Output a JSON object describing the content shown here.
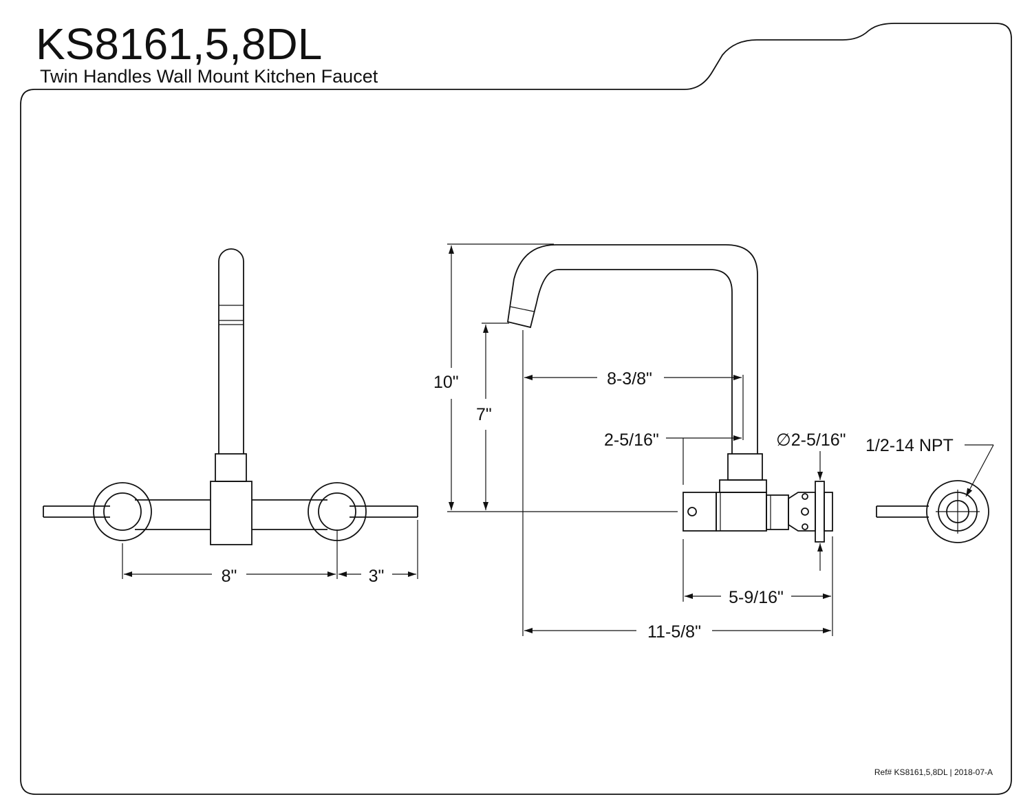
{
  "header": {
    "model": "KS8161,5,8DL",
    "description": "Twin Handles Wall Mount Kitchen Faucet"
  },
  "dimensions": {
    "centers": "8\"",
    "handle_reach": "3\"",
    "total_height": "10\"",
    "spout_height": "7\"",
    "spout_reach": "8-3/8\"",
    "body_offset": "2-5/16\"",
    "flange_diameter": "∅2-5/16\"",
    "thread": "1/2-14 NPT",
    "wall_projection": "5-9/16\"",
    "overall_depth": "11-5/8\""
  },
  "footer": {
    "reference": "Ref# KS8161,5,8DL | 2018-07-A"
  }
}
